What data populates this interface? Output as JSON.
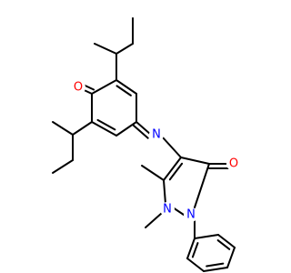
{
  "molecule": {
    "atoms": [
      {
        "id": "O1",
        "symbol": "O",
        "color": "#ff0000"
      },
      {
        "id": "N1",
        "symbol": "N",
        "color": "#0000ff"
      },
      {
        "id": "O2",
        "symbol": "O",
        "color": "#ff0000"
      },
      {
        "id": "N2",
        "symbol": "N",
        "color": "#0000ff"
      },
      {
        "id": "N3",
        "symbol": "N",
        "color": "#0000ff"
      }
    ],
    "bond_color": "#000000"
  }
}
